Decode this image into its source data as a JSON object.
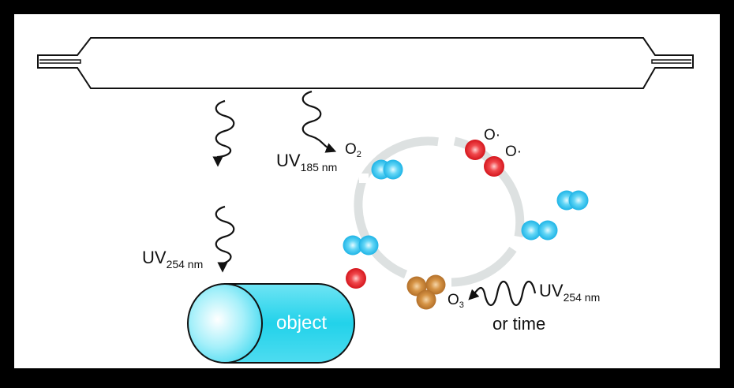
{
  "labels": {
    "uv185_main": "UV",
    "uv185_sub": "185 nm",
    "uv254_left_main": "UV",
    "uv254_left_sub": "254 nm",
    "uv254_right_main": "UV",
    "uv254_right_sub": "254 nm",
    "or_time": "or time",
    "o2_main": "O",
    "o2_sub": "2",
    "o3_main": "O",
    "o3_sub": "3",
    "o_radical_1": "O·",
    "o_radical_2": "O·",
    "object": "object"
  },
  "colors": {
    "background": "#ffffff",
    "frame": "#000000",
    "cycle_ring": "#dde1e1",
    "oxygen_blue": "#3ec4ee",
    "oxygen_red": "#e8262c",
    "ozone_orange": "#c8843a",
    "object_cyan": "#20d0e8"
  },
  "icons": [
    "uv-lamp-icon",
    "wavy-arrow-icon",
    "oxygen-molecule-icon",
    "oxygen-radical-icon",
    "ozone-molecule-icon",
    "object-cylinder-icon"
  ]
}
